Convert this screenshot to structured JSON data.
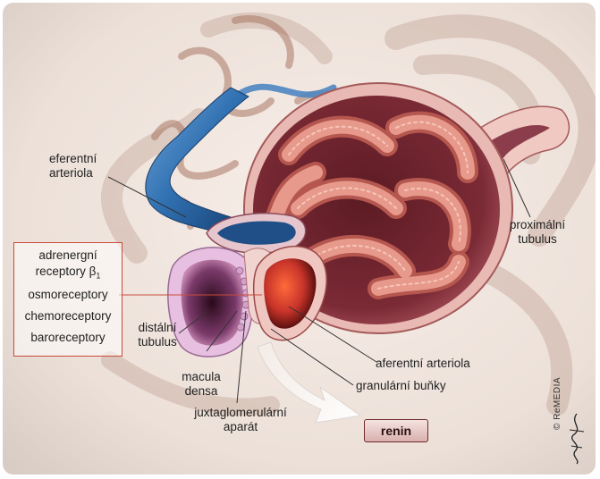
{
  "labels": {
    "eferentni_line1": "eferentní",
    "eferentni_line2": "arteriola",
    "proximalni_line1": "proximální",
    "proximalni_line2": "tubulus",
    "receptor_line1": "adrenergní",
    "receptor_line2": "receptory β",
    "receptor_sub": "1",
    "osmoreceptory": "osmoreceptory",
    "chemoreceptory": "chemoreceptory",
    "baroreceptory": "baroreceptory",
    "distalni_line1": "distální",
    "distalni_line2": "tubulus",
    "macula_line1": "macula",
    "macula_line2": "densa",
    "aferentni": "aferentní arteriola",
    "granularni": "granulární buňky",
    "juxta_line1": "juxtaglomerulární",
    "juxta_line2": "aparát",
    "renin": "renin"
  },
  "credit": "© ReMEDIA",
  "colors": {
    "background": "#efe3dc",
    "glomerulus": "#d7857c",
    "efferent_blue": "#2f6fb0",
    "afferent_red": "#c8342a",
    "tubule_wall": "#e8b8b6",
    "leader_line": "#333333",
    "receptor_border": "#c94b3b"
  }
}
